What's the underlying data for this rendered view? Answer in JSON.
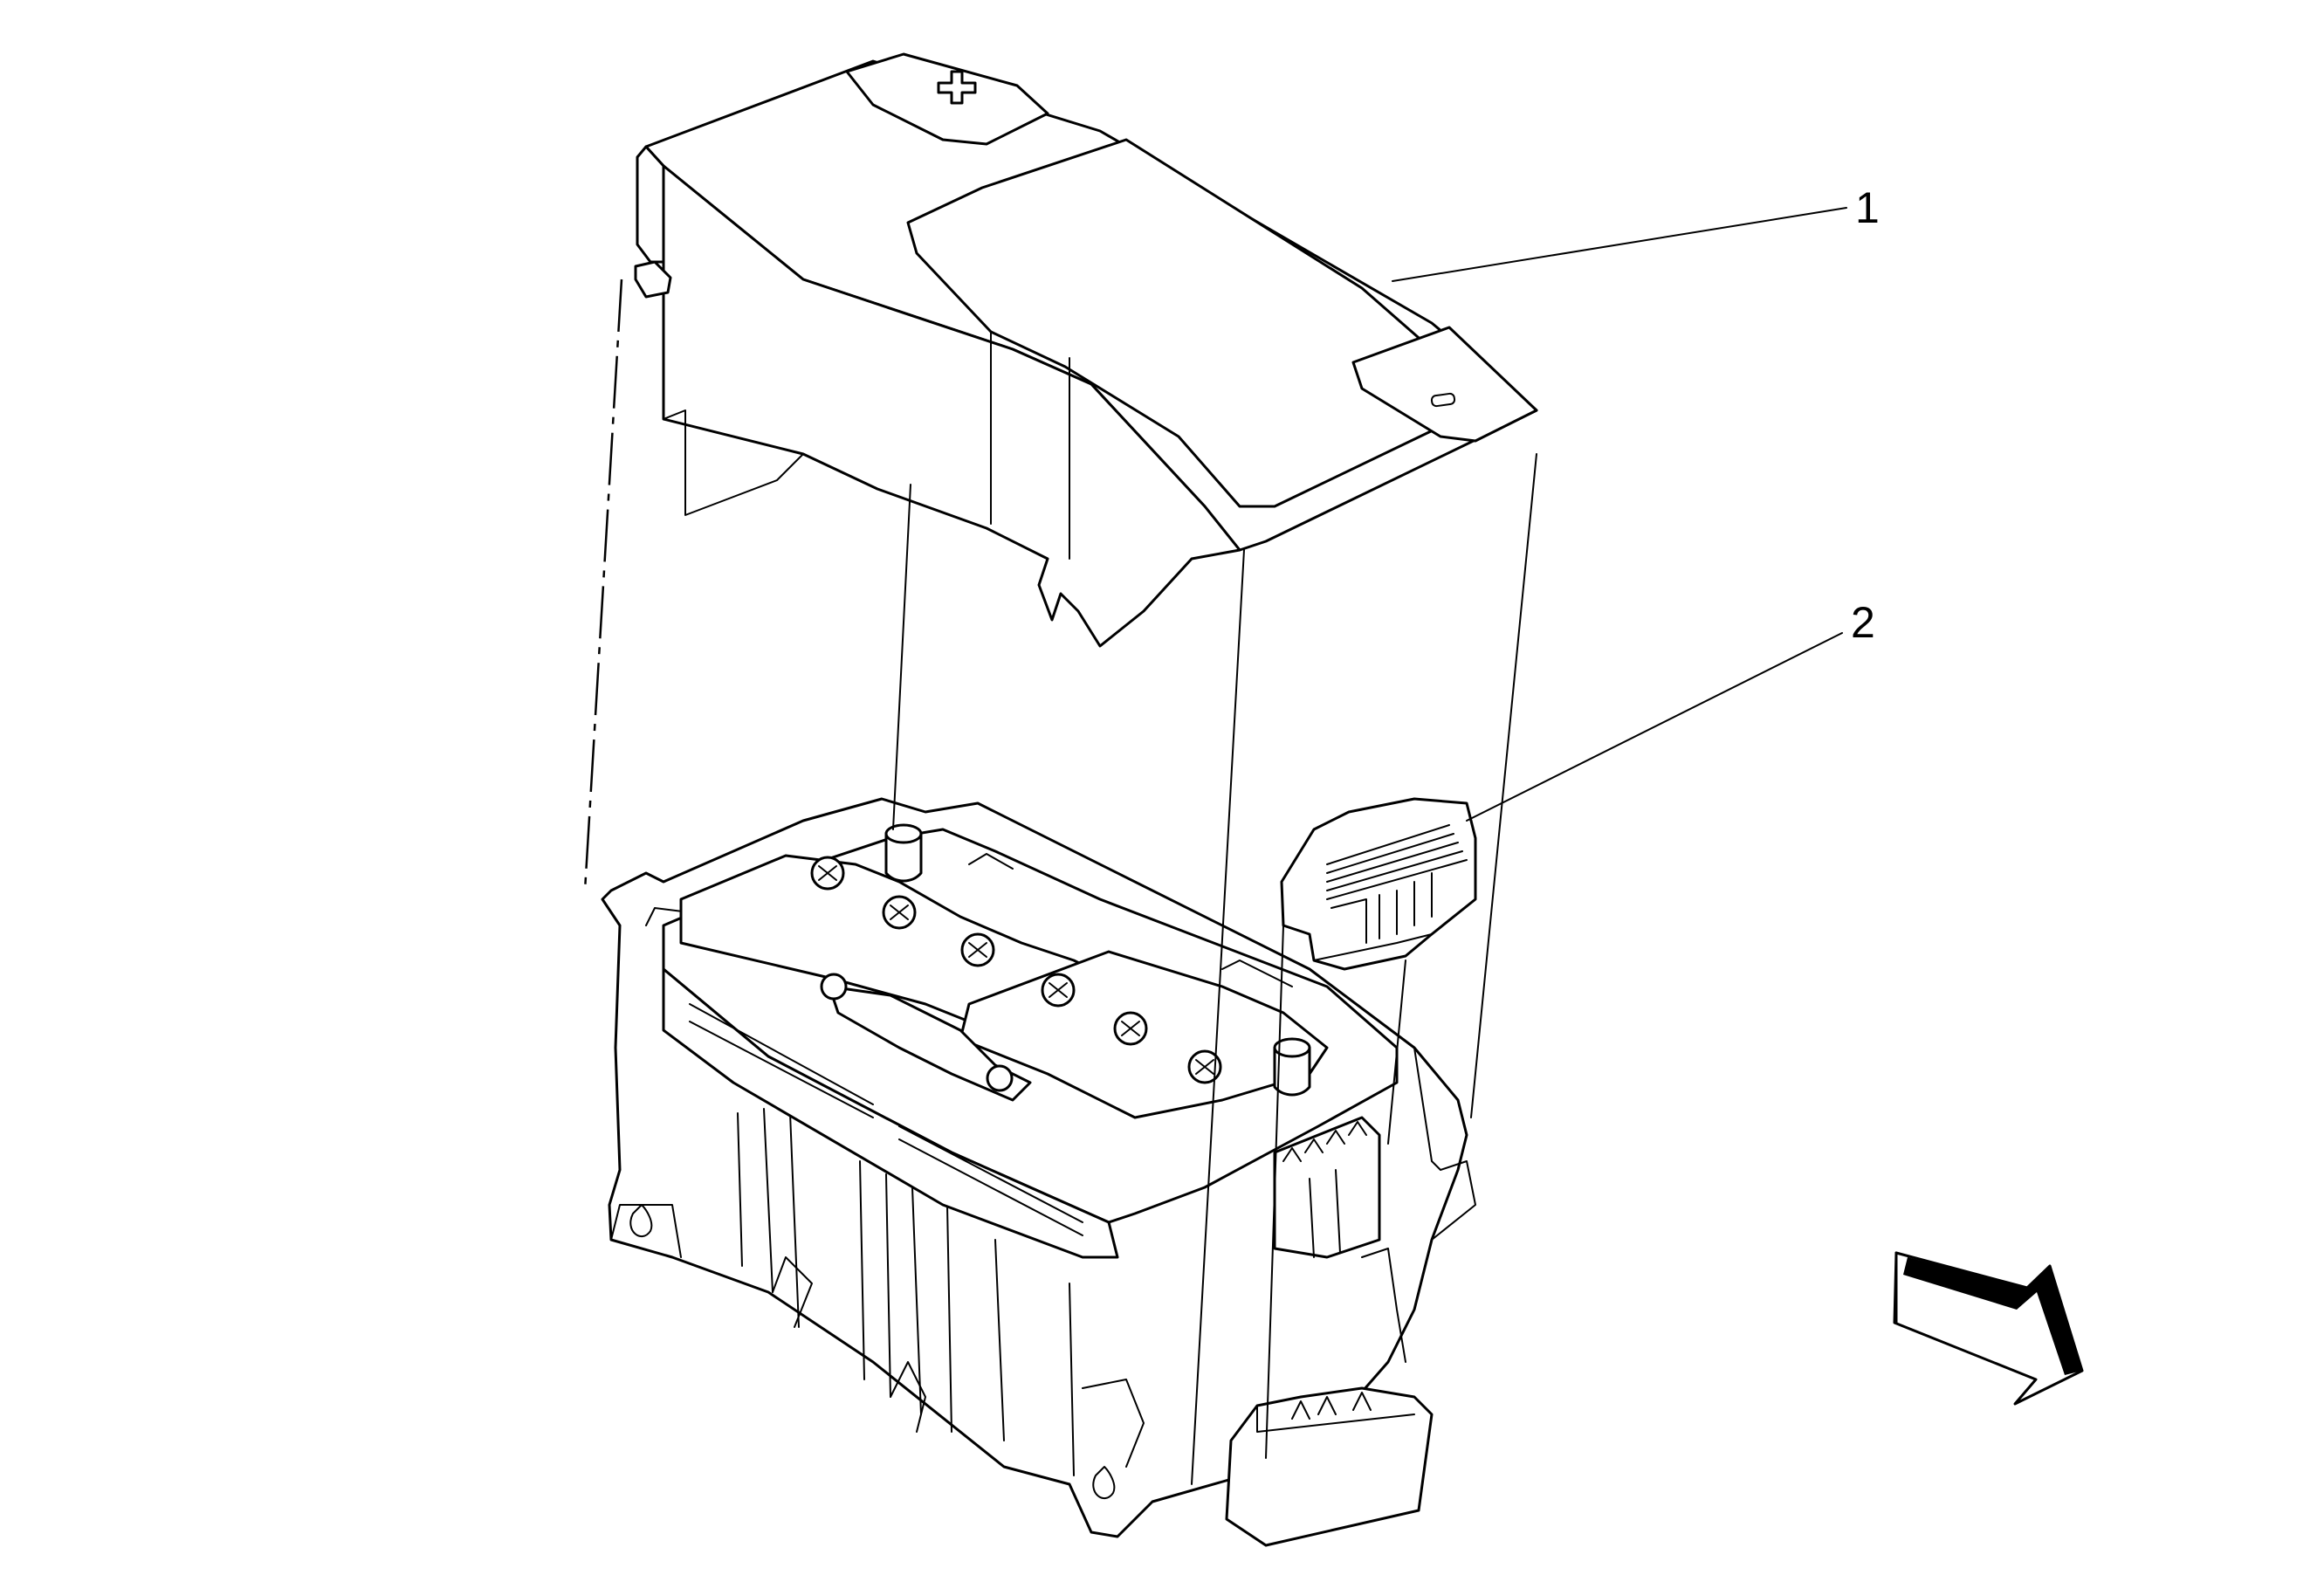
{
  "diagram": {
    "callouts": [
      {
        "id": "1",
        "label": "1"
      },
      {
        "id": "2",
        "label": "2"
      }
    ],
    "components": [
      "battery-cover",
      "battery-tray",
      "battery",
      "fuse-block",
      "module-connector",
      "view-direction-arrow"
    ],
    "line_color": "#000000",
    "background": "#ffffff"
  }
}
